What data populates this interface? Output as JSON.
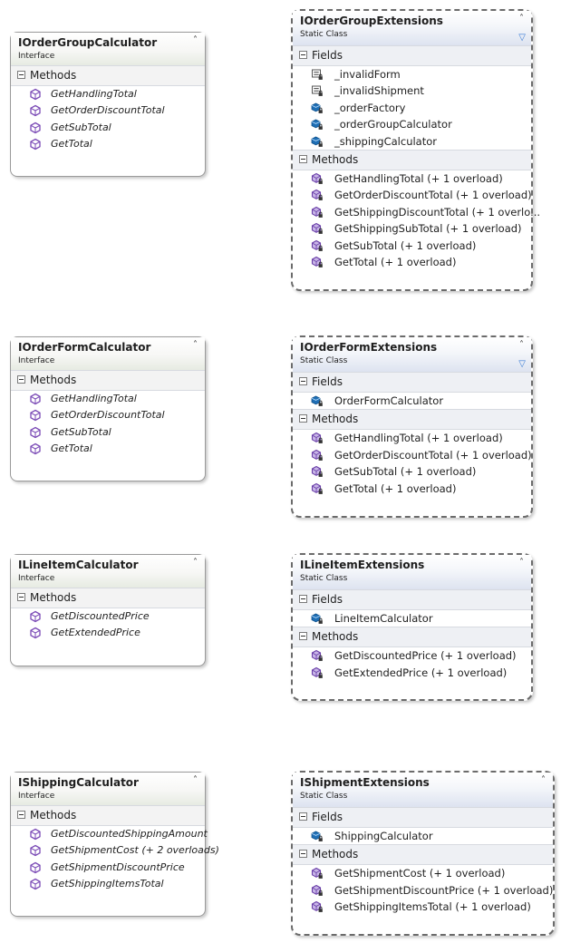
{
  "labels": {
    "fields": "Fields",
    "methods": "Methods"
  },
  "interfaces": [
    {
      "title": "IOrderGroupCalculator",
      "kind": "Interface",
      "methods": [
        "GetHandlingTotal",
        "GetOrderDiscountTotal",
        "GetSubTotal",
        "GetTotal"
      ]
    },
    {
      "title": "IOrderFormCalculator",
      "kind": "Interface",
      "methods": [
        "GetHandlingTotal",
        "GetOrderDiscountTotal",
        "GetSubTotal",
        "GetTotal"
      ]
    },
    {
      "title": "ILineItemCalculator",
      "kind": "Interface",
      "methods": [
        "GetDiscountedPrice",
        "GetExtendedPrice"
      ]
    },
    {
      "title": "IShippingCalculator",
      "kind": "Interface",
      "methods": [
        "GetDiscountedShippingAmount",
        "GetShipmentCost (+ 2 overloads)",
        "GetShipmentDiscountPrice",
        "GetShippingItemsTotal"
      ]
    }
  ],
  "classes": [
    {
      "title": "IOrderGroupExtensions",
      "kind": "Static Class",
      "fields": [
        "_invalidForm",
        "_invalidShipment",
        "_orderFactory",
        "_orderGroupCalculator",
        "_shippingCalculator"
      ],
      "field_icons": [
        "const",
        "const",
        "field",
        "field",
        "field"
      ],
      "methods": [
        "GetHandlingTotal (+ 1 overload)",
        "GetOrderDiscountTotal (+ 1 overload)",
        "GetShippingDiscountTotal  (+ 1 overlo...",
        "GetShippingSubTotal (+ 1 overload)",
        "GetSubTotal (+ 1 overload)",
        "GetTotal (+ 1 overload)"
      ]
    },
    {
      "title": "IOrderFormExtensions",
      "kind": "Static Class",
      "fields": [
        "OrderFormCalculator"
      ],
      "field_icons": [
        "field"
      ],
      "methods": [
        "GetHandlingTotal (+ 1 overload)",
        "GetOrderDiscountTotal (+ 1 overload)",
        "GetSubTotal (+ 1 overload)",
        "GetTotal (+ 1 overload)"
      ]
    },
    {
      "title": "ILineItemExtensions",
      "kind": "Static Class",
      "fields": [
        "LineItemCalculator"
      ],
      "field_icons": [
        "field"
      ],
      "methods": [
        "GetDiscountedPrice (+ 1 overload)",
        "GetExtendedPrice (+ 1 overload)"
      ]
    },
    {
      "title": "IShipmentExtensions",
      "kind": "Static Class",
      "fields": [
        "ShippingCalculator"
      ],
      "field_icons": [
        "field"
      ],
      "methods": [
        "GetShipmentCost (+ 1 overload)",
        "GetShipmentDiscountPrice (+ 1 overload)",
        "GetShippingItemsTotal (+ 1 overload)"
      ]
    }
  ]
}
